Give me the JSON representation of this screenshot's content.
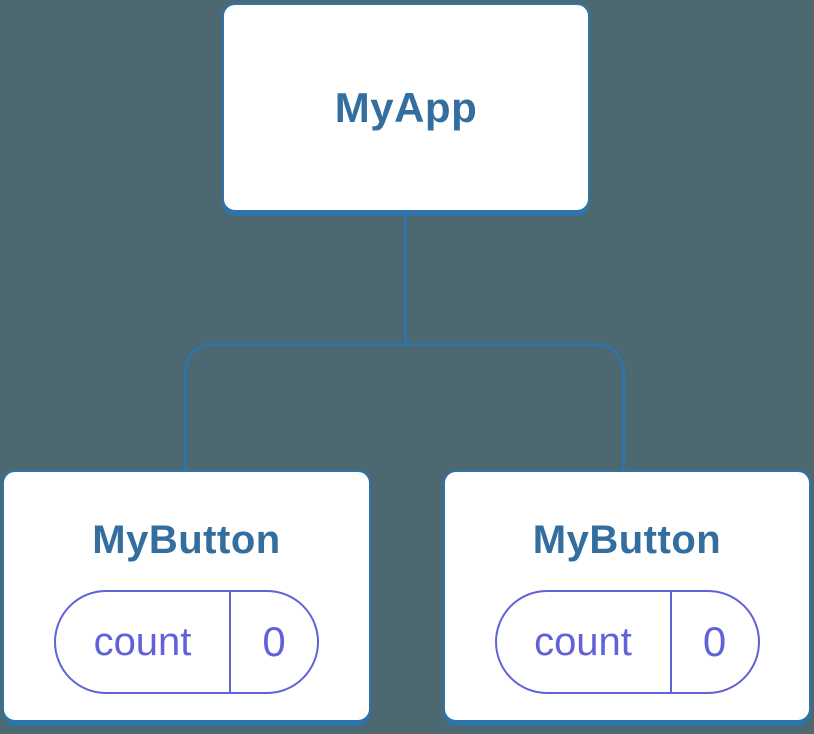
{
  "diagram": {
    "root": {
      "label": "MyApp"
    },
    "children": [
      {
        "label": "MyButton",
        "state": {
          "key": "count",
          "value": "0"
        }
      },
      {
        "label": "MyButton",
        "state": {
          "key": "count",
          "value": "0"
        }
      }
    ]
  },
  "colors": {
    "background": "#4C6870",
    "node_stroke": "#2F74A9",
    "node_title": "#336E9E",
    "node_fill": "#FFFFFF",
    "state_accent": "#6262D8"
  }
}
